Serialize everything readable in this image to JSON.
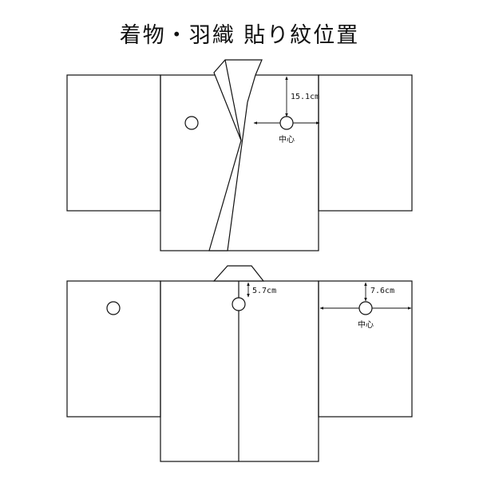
{
  "title": "着物・羽織 貼り紋位置",
  "front": {
    "dimension_label": "15.1cm",
    "center_label": "中心"
  },
  "back": {
    "collar_dimension_label": "5.7cm",
    "sleeve_dimension_label": "7.6cm",
    "center_label": "中心"
  },
  "colors": {
    "line": "#111111",
    "background": "#ffffff"
  }
}
